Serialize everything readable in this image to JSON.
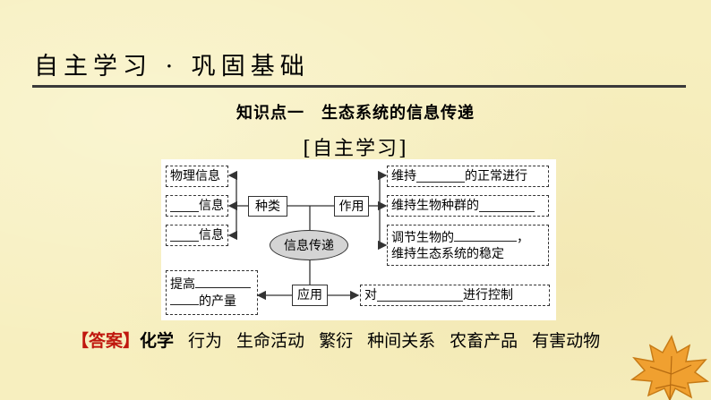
{
  "section_title": "自主学习 · 巩固基础",
  "knowledge_heading": "知识点一　生态系统的信息传递",
  "sub_heading": "[自主学习]",
  "diagram": {
    "types": [
      "物理信息",
      "信息",
      "信息"
    ],
    "center_left": "种类",
    "center_right": "作用",
    "core": "信息传递",
    "roles": {
      "r1_pre": "维持",
      "r1_post": "的正常进行",
      "r2": "维持生物种群的",
      "r3_line1": "调节生物的",
      "r3_comma": "，",
      "r3_line2": "维持生态系统的稳定"
    },
    "application": "应用",
    "app_left_line1": "提高",
    "app_left_line2": "的产量",
    "app_right_pre": "对",
    "app_right_post": "进行控制"
  },
  "answer": {
    "label": "【答案】",
    "items": [
      "化学",
      "行为",
      "生命活动",
      "繁衍",
      "种间关系",
      "农畜产品",
      "有害动物"
    ]
  },
  "colors": {
    "answer_label": "#c0170e",
    "leaf": "#f0a030",
    "background": "#f7efbf"
  },
  "icons": [
    "maple-leaf-icon"
  ]
}
